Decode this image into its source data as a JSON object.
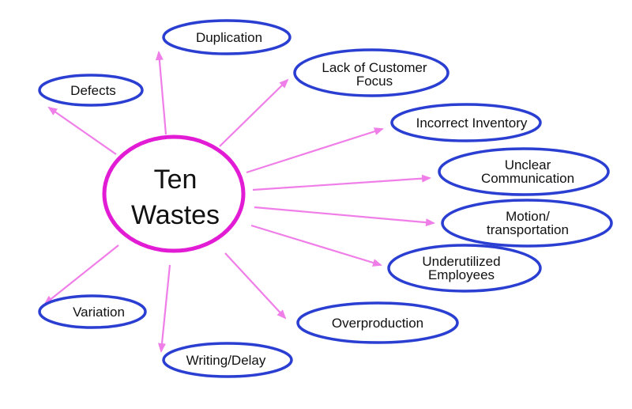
{
  "title": {
    "line1": "Ten",
    "line2": "Wastes"
  },
  "colors": {
    "center": "#e21bd4",
    "node_outline": "#2a3fd2",
    "arrow": "#f07ee8"
  },
  "nodes": [
    {
      "lines": [
        "Defects"
      ]
    },
    {
      "lines": [
        "Duplication"
      ]
    },
    {
      "lines": [
        "Lack of Customer",
        "Focus"
      ]
    },
    {
      "lines": [
        "Incorrect Inventory"
      ]
    },
    {
      "lines": [
        "Unclear",
        "Communication"
      ]
    },
    {
      "lines": [
        "Motion/",
        "transportation"
      ]
    },
    {
      "lines": [
        "Underutilized",
        "Employees"
      ]
    },
    {
      "lines": [
        "Overproduction"
      ]
    },
    {
      "lines": [
        "Writing/Delay"
      ]
    },
    {
      "lines": [
        "Variation"
      ]
    }
  ]
}
